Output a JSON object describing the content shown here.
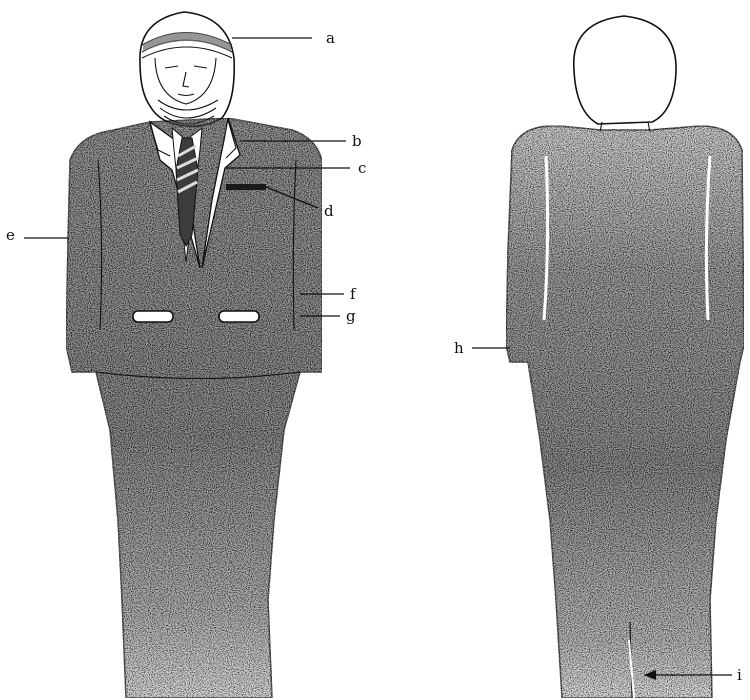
{
  "figure": {
    "views": [
      "front",
      "back"
    ],
    "callouts": {
      "a": "a",
      "b": "b",
      "c": "c",
      "d": "d",
      "e": "e",
      "f": "f",
      "g": "g",
      "h": "h",
      "i": "i"
    }
  }
}
